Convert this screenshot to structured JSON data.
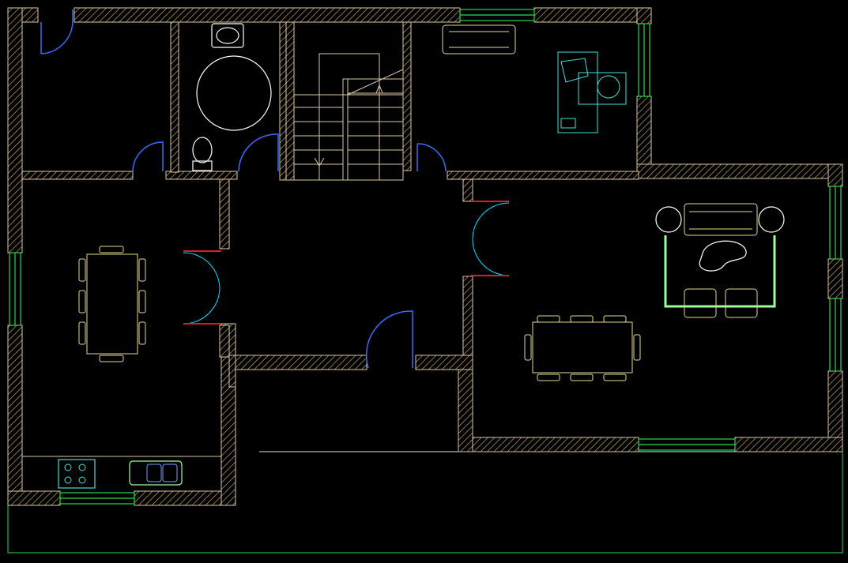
{
  "drawing": {
    "kind": "architectural floor plan (CAD)",
    "background": "#000000",
    "colors": {
      "walls": "#d9c9a0",
      "doors": "#3a6cff",
      "door_swings_alt": "#00e0ff",
      "windows": "#2bd94a",
      "furniture": "#e6d88a",
      "fixtures": "#ffffff",
      "office_desk": "#40e0e0",
      "sofa_frame": "#9cff9c",
      "door_sill": "#d02020"
    },
    "rooms": [
      {
        "id": "storage-top-left"
      },
      {
        "id": "bathroom"
      },
      {
        "id": "stair-hall"
      },
      {
        "id": "office"
      },
      {
        "id": "kitchen-dining"
      },
      {
        "id": "central-hall"
      },
      {
        "id": "living-dining"
      }
    ],
    "furniture_icons": [
      "sofa-icon",
      "armchair-icon",
      "dining-table-icon",
      "chair-icon",
      "sink-icon",
      "toilet-icon",
      "round-table-icon",
      "stair-icon",
      "desk-icon",
      "stove-icon",
      "double-sink-icon",
      "coffee-table-icon",
      "lamp-icon"
    ]
  }
}
